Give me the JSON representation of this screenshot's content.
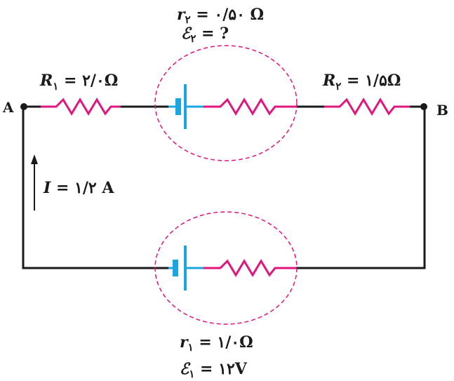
{
  "labels": {
    "node_a": "A",
    "node_b": "B",
    "r2_label": "r",
    "r2_sub": "۲",
    "r2_value": " = ۰/۵۰ Ω",
    "e2_label": "ℰ",
    "e2_sub": "۲",
    "e2_value": " = ?",
    "R1_label": "R",
    "R1_sub": "۱",
    "R1_value": " = ۲/۰Ω",
    "R2_label": "R",
    "R2_sub": "۲",
    "R2_value": " = ۱/۵Ω",
    "current_label": "I",
    "current_value": " = ۱/۲ A",
    "r1_label": "r",
    "r1_sub": "۱",
    "r1_value": " = ۱/۰Ω",
    "e1_label": "ℰ",
    "e1_sub": "۱",
    "e1_value": " = ۱۲V"
  },
  "colors": {
    "wire": "#1a1a1a",
    "resistor": "#e0157e",
    "battery": "#1aa6e0",
    "enclosure": "#e0157e"
  }
}
